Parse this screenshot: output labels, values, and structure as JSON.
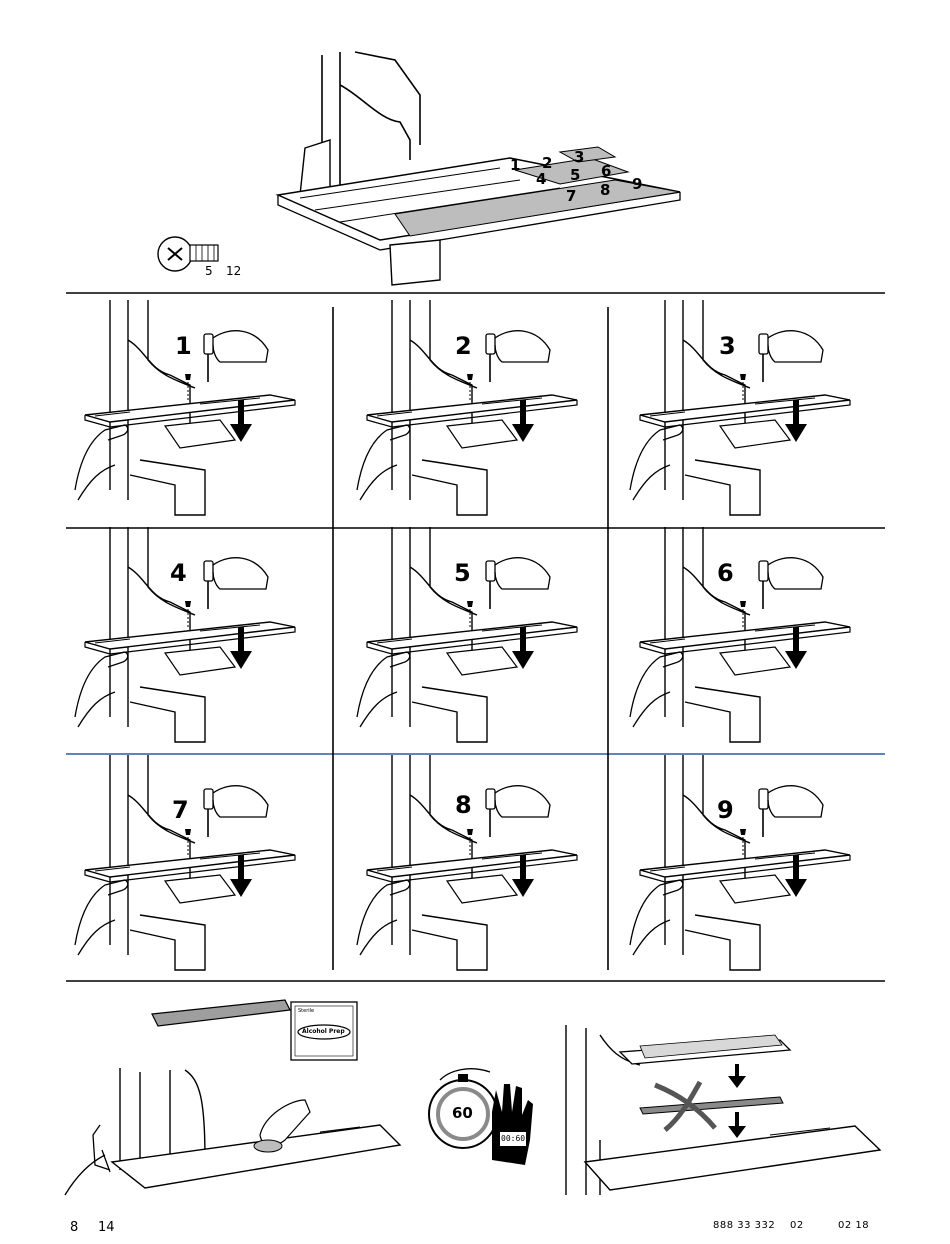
{
  "top": {
    "zones": [
      "1",
      "2",
      "3",
      "4",
      "5",
      "6",
      "7",
      "8",
      "9"
    ],
    "screw_label": {
      "count": "5",
      "size": "12"
    }
  },
  "steps": [
    "1",
    "2",
    "3",
    "4",
    "5",
    "6",
    "7",
    "8",
    "9"
  ],
  "bottom": {
    "wipe_brand": "Sterile",
    "wipe_label": "Alcohol Prep",
    "timer_value": "60",
    "timer_display": "00:60"
  },
  "footer": {
    "page_number": "8",
    "page_total": "14",
    "doc_number": "888 33 332",
    "revision": "02",
    "date": "02 18"
  }
}
